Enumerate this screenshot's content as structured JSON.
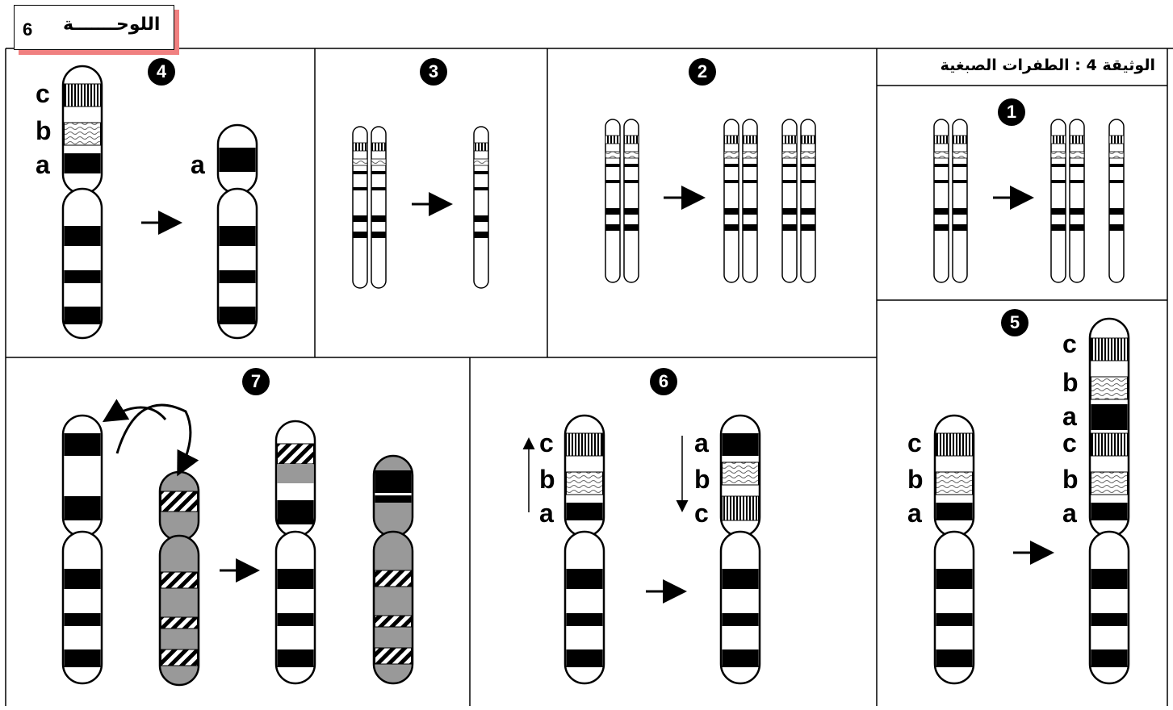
{
  "board": {
    "title": "اللوحـــــــة",
    "number": "6"
  },
  "document": {
    "title": "الوثيقة 4 : الطفرات الصبغية"
  },
  "panels": [
    {
      "id": "1",
      "label": "1"
    },
    {
      "id": "2",
      "label": "2"
    },
    {
      "id": "3",
      "label": "3"
    },
    {
      "id": "4",
      "label": "4",
      "left_labels": [
        "c",
        "b",
        "a"
      ],
      "right_labels": [
        "a"
      ]
    },
    {
      "id": "5",
      "label": "5",
      "left_labels": [
        "c",
        "b",
        "a"
      ],
      "right_labels": [
        "c",
        "b",
        "a",
        "c",
        "b",
        "a"
      ]
    },
    {
      "id": "6",
      "label": "6",
      "left_labels": [
        "c",
        "b",
        "a"
      ],
      "right_labels": [
        "a",
        "b",
        "c"
      ]
    },
    {
      "id": "7",
      "label": "7"
    }
  ],
  "colors": {
    "ink": "#000000",
    "grey": "#999999",
    "accent": "#f08080"
  }
}
